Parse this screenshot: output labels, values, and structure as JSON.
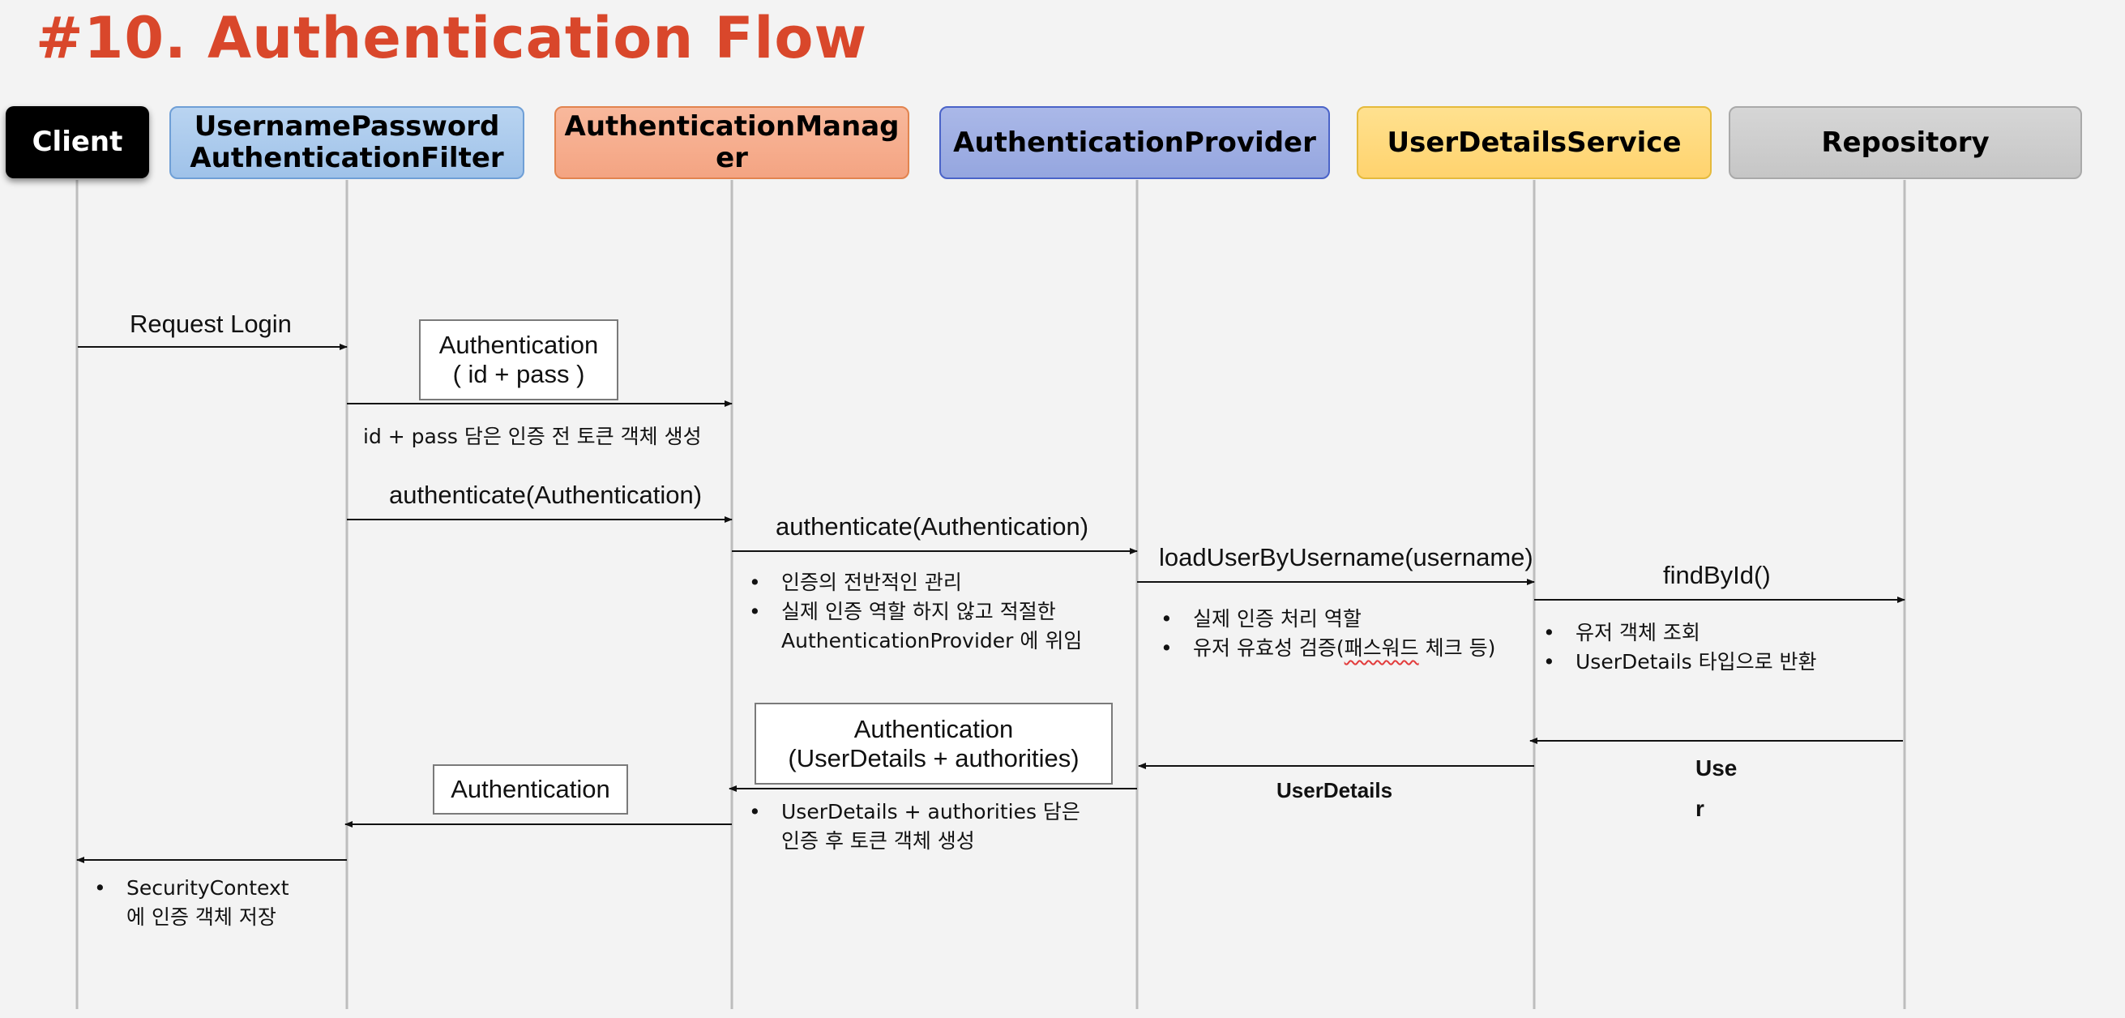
{
  "title": "#10. Authentication Flow",
  "actors": {
    "client": "Client",
    "filter": "UsernamePassword\nAuthenticationFilter",
    "manager": "AuthenticationManager",
    "provider": "AuthenticationProvider",
    "uds": "UserDetailsService",
    "repo": "Repository"
  },
  "messages": {
    "request_login": "Request Login",
    "authenticate_1": "authenticate(Authentication)",
    "authenticate_2": "authenticate(Authentication)",
    "load_user": "loadUserByUsername(username)",
    "find_by_id": "findById()",
    "user_details": "UserDetails",
    "user": "Use\n\nr"
  },
  "boxes": {
    "auth_id_pass": "Authentication\n( id + pass )",
    "auth_user_details": "Authentication\n(UserDetails +  authorities)",
    "auth_plain": "Authentication"
  },
  "notes": {
    "token_before": "id + pass 담은 인증 전 토큰 객체 생성",
    "manager_bullet_1": "인증의 전반적인 관리",
    "manager_bullet_2": "실제 인증 역할 하지 않고 적절한\nAuthenticationProvider 에 위임",
    "provider_bullet_1": "실제 인증 처리 역할",
    "provider_bullet_2_prefix": "유저 유효성 검증(",
    "provider_bullet_2_underlined": "패스워드",
    "provider_bullet_2_suffix": " 체크 등)",
    "uds_bullet_1": "유저 객체 조회",
    "uds_bullet_2": "UserDetails 타입으로 반환",
    "manager_after_bullet": "UserDetails +  authorities 담은\n인증 후 토큰 객체 생성",
    "client_bullet": "SecurityContext\n에 인증 객체 저장",
    "bullet_char": "•"
  },
  "colors": {
    "title": "#d9472b",
    "filter": "#a8c8ee",
    "manager": "#f6ad8d",
    "provider": "#9faee3",
    "uds": "#ffd97a",
    "repo": "#cdcdcd",
    "client": "#000000"
  }
}
